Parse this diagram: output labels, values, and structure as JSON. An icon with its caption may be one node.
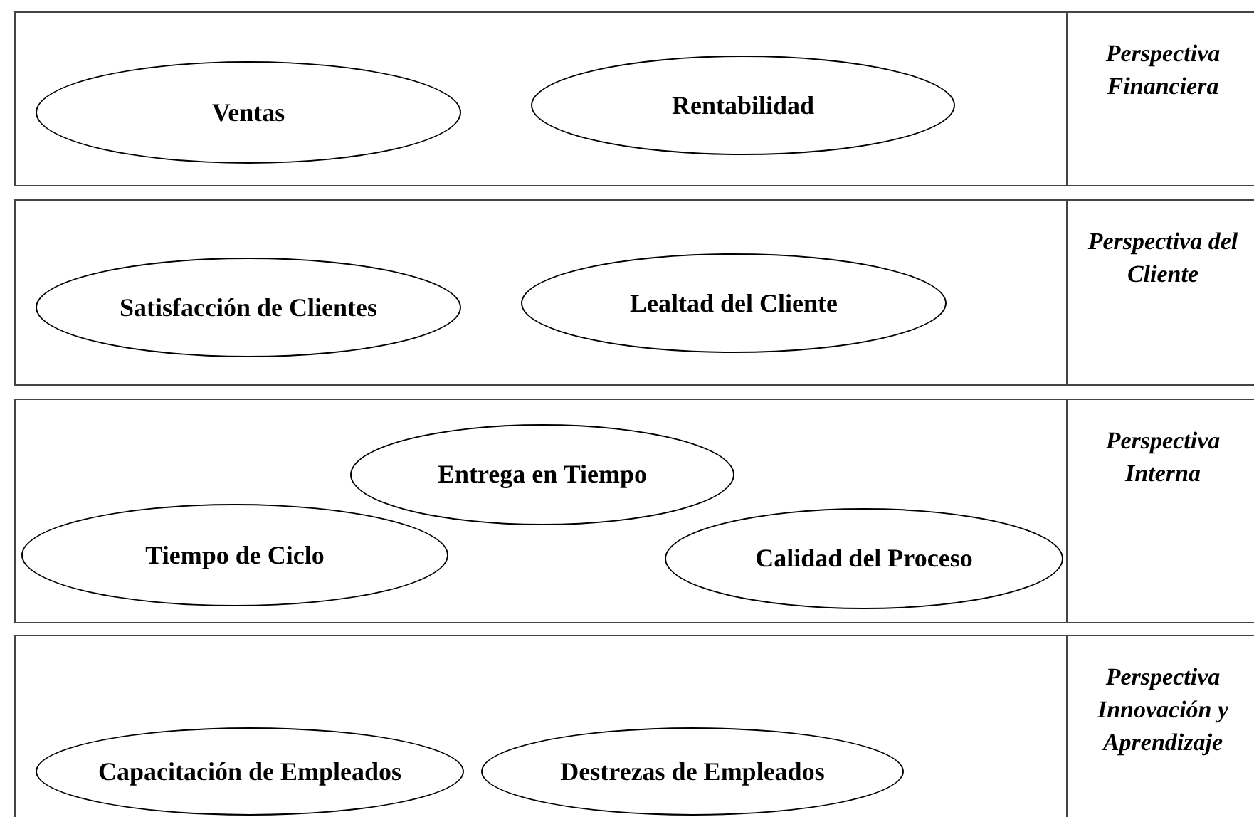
{
  "diagram": {
    "nodes": [
      {
        "text": [
          "Perspectiva Financiera"
        ]
      },
      {
        "text": [
          "Ventas"
        ],
        "in": 0
      },
      {
        "text": [
          "Rentabilidad"
        ],
        "in": 0
      },
      {
        "text": [
          "Perspectiva del Cliente"
        ]
      },
      {
        "text": [
          "Satisfacción de Clientes"
        ],
        "in": 3
      },
      {
        "text": [
          "Lealtad del Cliente"
        ],
        "in": 3
      },
      {
        "text": [
          "Perspectiva Interna"
        ]
      },
      {
        "text": [
          "Entrega en Tiempo"
        ],
        "in": 6
      },
      {
        "text": [
          "Tiempo de Ciclo"
        ],
        "in": 6
      },
      {
        "text": [
          "Calidad del Proceso"
        ],
        "in": 6
      },
      {
        "text": [
          "Perspectiva Innovación y Aprendizaje"
        ]
      },
      {
        "text": [
          "Capacitación de Empleados"
        ],
        "in": 10
      },
      {
        "text": [
          "Destrezas de Empleados"
        ],
        "in": 10
      }
    ]
  }
}
